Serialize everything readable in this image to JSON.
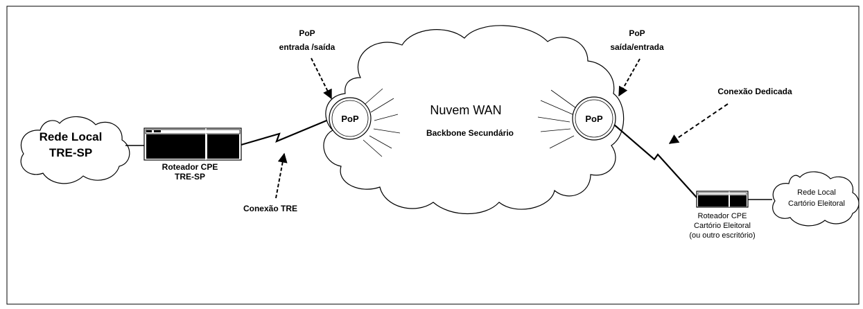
{
  "diagram": {
    "nodes": {
      "rede_local_tre": {
        "line1": "Rede Local",
        "line2": "TRE-SP"
      },
      "roteador_tre": {
        "line1": "Roteador CPE",
        "line2": "TRE-SP"
      },
      "pop_left": {
        "label": "PoP"
      },
      "pop_right": {
        "label": "PoP"
      },
      "nuvem_wan": {
        "title": "Nuvem WAN",
        "subtitle": "Backbone Secundário"
      },
      "roteador_cartorio": {
        "line1": "Roteador CPE",
        "line2": "Cartório Eleitoral",
        "line3": "(ou outro escritório)"
      },
      "rede_local_cartorio": {
        "line1": "Rede Local",
        "line2": "Cartório Eleitoral"
      }
    },
    "annotations": {
      "pop_in": {
        "line1": "PoP",
        "line2": "entrada /saída"
      },
      "pop_out": {
        "line1": "PoP",
        "line2": "saída/entrada"
      },
      "conexao_tre": "Conexão TRE",
      "conexao_dedicada": "Conexão Dedicada"
    }
  }
}
